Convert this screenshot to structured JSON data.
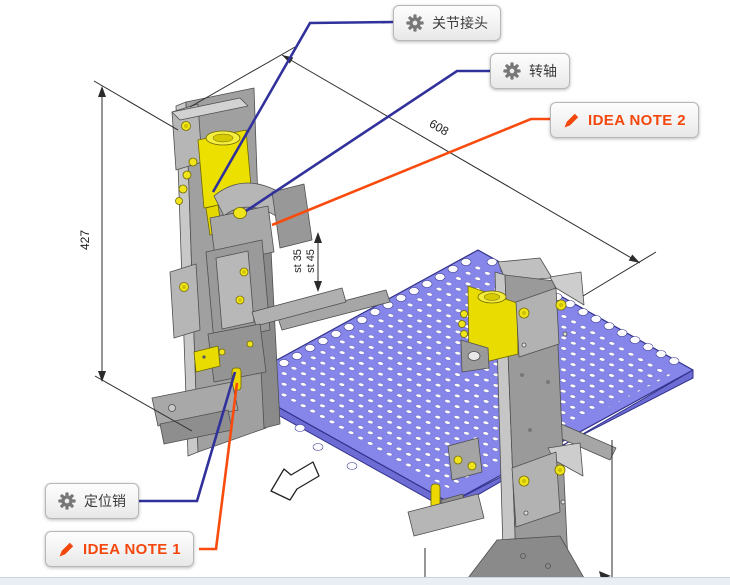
{
  "scene": {
    "description": "isometric CAD fixture assembly with annotation callouts"
  },
  "callouts": {
    "joint": {
      "label": "关节接头",
      "icon": "gear"
    },
    "shaft": {
      "label": "转轴",
      "icon": "gear"
    },
    "idea_note_2": {
      "label": "IDEA NOTE 2",
      "icon": "pencil"
    },
    "pin": {
      "label": "定位销",
      "icon": "gear"
    },
    "idea_note_1": {
      "label": "IDEA NOTE 1",
      "icon": "pencil"
    }
  },
  "dimensions": {
    "vertical": "427",
    "diagonal": "608",
    "stroke_upper": "st 35",
    "stroke_lower": "st 45"
  },
  "colors": {
    "leader_blue": "#31319c",
    "leader_orange": "#f84b0d",
    "note_text": "#f4470e",
    "plate_blue": "#8585ea",
    "plate_edge_blue": "#6c6cd4",
    "cad_yellow": "#ecdf00",
    "cad_gray": "#9e9e9e"
  }
}
